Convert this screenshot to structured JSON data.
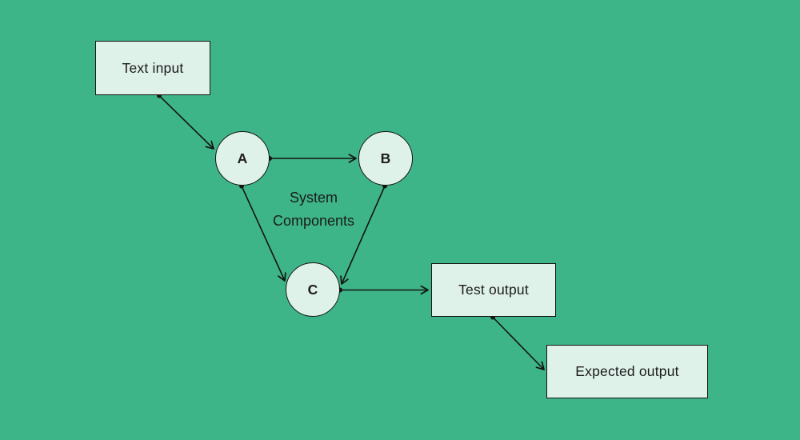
{
  "diagram": {
    "theme": {
      "background_color": "#3DB588",
      "node_fill": "#DFF2EA",
      "node_border_color": "#141414",
      "line_color": "#141414",
      "text_color": "#1C1C1C"
    },
    "nodes": [
      {
        "id": "text-input",
        "label": "Text input",
        "shape": "rectangle"
      },
      {
        "id": "a",
        "label": "A",
        "shape": "circle"
      },
      {
        "id": "b",
        "label": "B",
        "shape": "circle"
      },
      {
        "id": "c",
        "label": "C",
        "shape": "circle"
      },
      {
        "id": "test-output",
        "label": "Test output",
        "shape": "rectangle"
      },
      {
        "id": "expected-output",
        "label": "Expected output",
        "shape": "rectangle"
      }
    ],
    "annotation": "System\nComponents",
    "edges": [
      {
        "from": "text-input",
        "to": "a",
        "start": "dot",
        "end": "arrow"
      },
      {
        "from": "a",
        "to": "b",
        "start": "dot",
        "end": "arrow"
      },
      {
        "from": "a",
        "to": "c",
        "start": "dot",
        "end": "arrow"
      },
      {
        "from": "b",
        "to": "c",
        "start": "dot",
        "end": "arrow"
      },
      {
        "from": "c",
        "to": "test-output",
        "start": "dot",
        "end": "arrow"
      },
      {
        "from": "test-output",
        "to": "expected-output",
        "start": "dot",
        "end": "arrow"
      }
    ]
  }
}
